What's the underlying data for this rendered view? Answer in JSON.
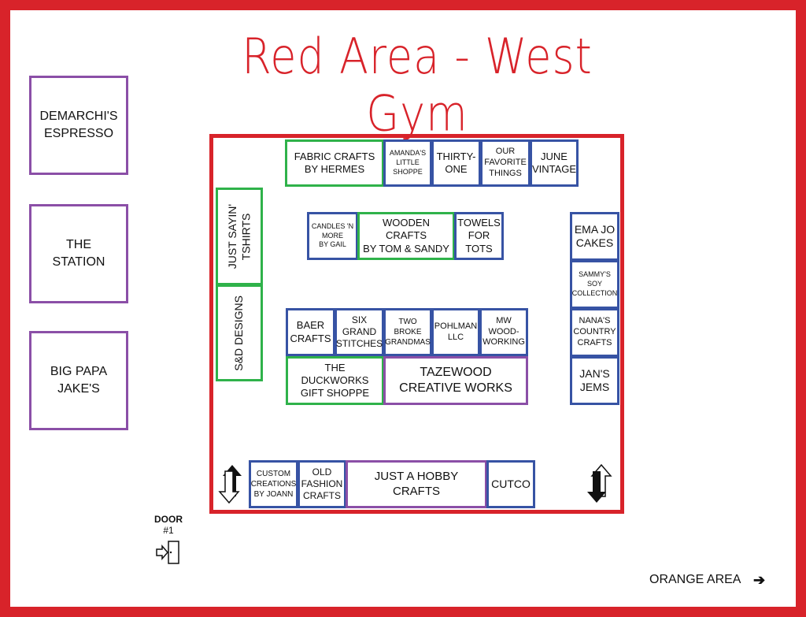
{
  "title": "Red Area - West Gym",
  "colors": {
    "frame": "#d8232a",
    "blue": "#3753a4",
    "green": "#2fb24a",
    "purple": "#8b4fa7"
  },
  "outside_vendors": [
    {
      "id": "demarchis",
      "label": "DEMARCHI'S\nESPRESSO"
    },
    {
      "id": "the-station",
      "label": "THE\nSTATION"
    },
    {
      "id": "big-papa",
      "label": "BIG PAPA\nJAKE'S"
    }
  ],
  "booths": {
    "fabric_crafts": "FABRIC CRAFTS\nBY HERMES",
    "amandas": "AMANDA'S\nLITTLE\nSHOPPE",
    "thirty_one": "THIRTY-\nONE",
    "our_favorite": "OUR\nFAVORITE\nTHINGS",
    "june_vintage": "JUNE\nVINTAGE",
    "just_sayin": "JUST SAYIN'\nTSHIRTS",
    "sd_designs": "S&D DESIGNS",
    "candles": "CANDLES 'N\nMORE\nBY GAIL",
    "wooden_crafts": "WOODEN CRAFTS\nBY TOM & SANDY",
    "towels": "TOWELS\nFOR\nTOTS",
    "ema_jo": "EMA JO\nCAKES",
    "sammys": "SAMMY'S\nSOY\nCOLLECTION",
    "nanas": "NANA'S\nCOUNTRY\nCRAFTS",
    "jans": "JAN'S\nJEMS",
    "baer": "BAER\nCRAFTS",
    "six_grand": "SIX\nGRAND\nSTITCHES",
    "two_broke": "TWO BROKE\nGRANDMAS",
    "pohlman": "POHLMAN\nLLC",
    "mw_wood": "MW\nWOOD-\nWORKING",
    "duckworks": "THE DUCKWORKS\nGIFT SHOPPE",
    "tazewood": "TAZEWOOD\nCREATIVE WORKS",
    "custom_creations": "CUSTOM\nCREATIONS\nBY JOANN",
    "old_fashion": "OLD\nFASHION\nCRAFTS",
    "just_a_hobby": "JUST A HOBBY\nCRAFTS",
    "cutco": "CUTCO"
  },
  "door": {
    "label": "DOOR",
    "number": "#1"
  },
  "orange_area": "ORANGE AREA"
}
